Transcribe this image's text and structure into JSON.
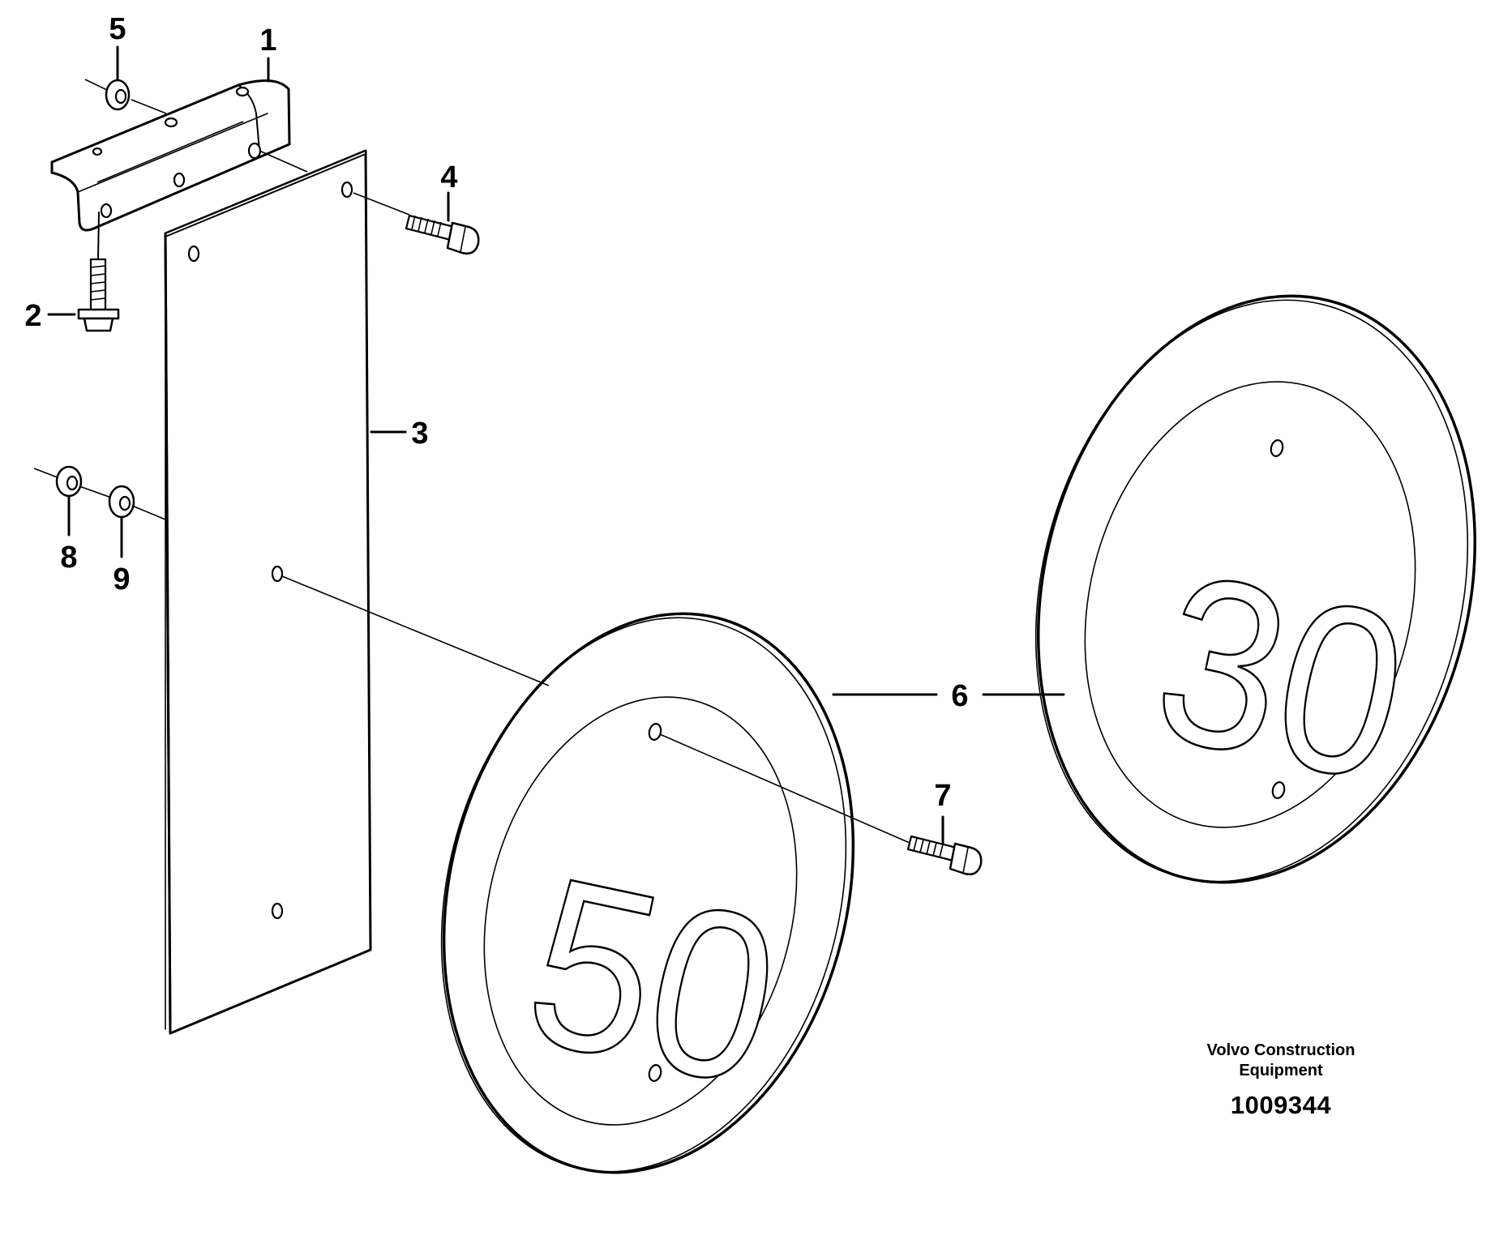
{
  "callouts": {
    "c1": "1",
    "c2": "2",
    "c3": "3",
    "c4": "4",
    "c5": "5",
    "c6": "6",
    "c7": "7",
    "c8": "8",
    "c9": "9"
  },
  "signs": {
    "front_number": "50",
    "rear_number": "30"
  },
  "credit": {
    "company_line1": "Volvo Construction",
    "company_line2": "Equipment",
    "drawing_number": "1009344"
  }
}
